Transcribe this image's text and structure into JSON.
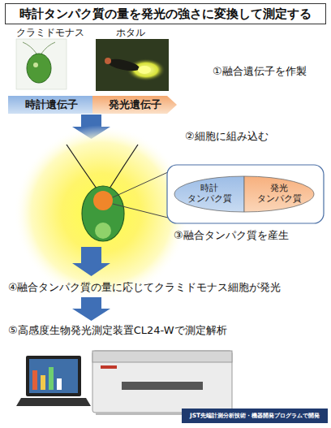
{
  "diagram": {
    "title": "時計タンパク質の量を発光の強さに変換して測定する",
    "nodes": [
      {
        "text": [
          "時計遺伝子"
        ]
      },
      {
        "text": [
          "発光遺伝子"
        ]
      },
      {
        "text": [
          "時計 タンパク質"
        ]
      },
      {
        "text": [
          "発光 タンパク質"
        ]
      },
      {
        "text": [
          "JST先端計測分析技術・機器開発プログラムで開発"
        ]
      }
    ],
    "labels": [
      "クラミドモナス",
      "ホタル",
      "①融合遺伝子を作製",
      "②細胞に組み込む",
      "③融合タンパク質を産生",
      "④融合タンパク質の量に応じてクラミドモナス細胞が発光",
      "⑤高感度生物発光測定装置CL24-Wで測定解析"
    ]
  }
}
